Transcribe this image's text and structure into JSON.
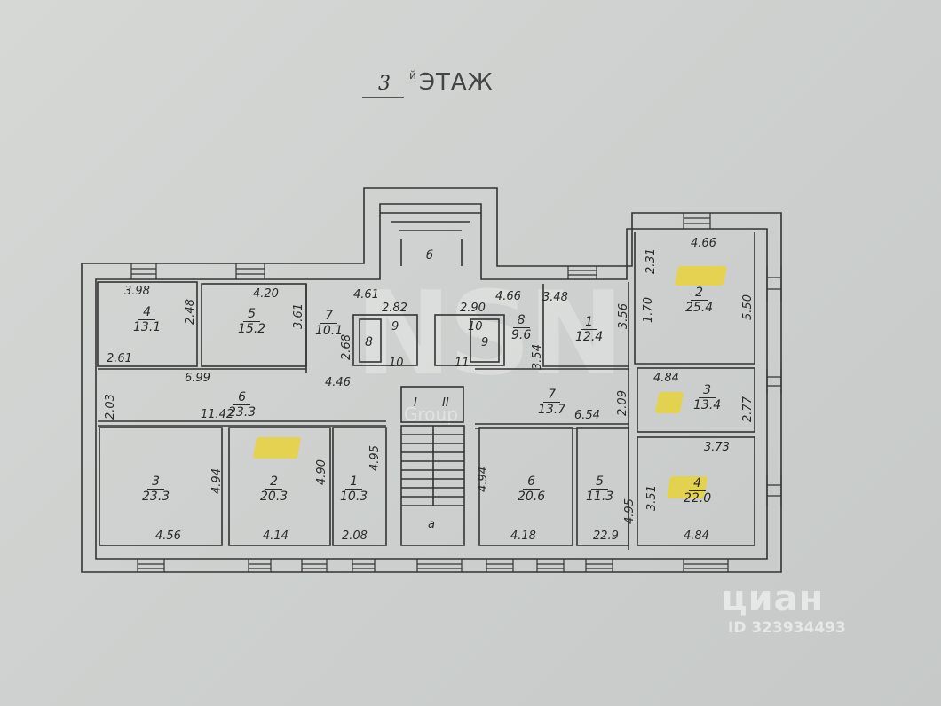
{
  "title": {
    "floor_number": "3",
    "suffix": "й",
    "label": "ЭТАЖ"
  },
  "left_wing": {
    "rooms": [
      {
        "number": "4",
        "area": "13.1"
      },
      {
        "number": "5",
        "area": "15.2"
      },
      {
        "number": "7",
        "area": "10.1"
      },
      {
        "number": "8",
        "area": ""
      },
      {
        "number": "9",
        "area": ""
      },
      {
        "number": "10",
        "area": ""
      },
      {
        "number": "6",
        "area": "23.3"
      },
      {
        "number": "3",
        "area": "23.3"
      },
      {
        "number": "2",
        "area": "20.3"
      },
      {
        "number": "1",
        "area": "10.3"
      }
    ],
    "dims": [
      "3.98",
      "2.48",
      "4.20",
      "3.61",
      "4.61",
      "2.82",
      "2.68",
      "2.61",
      "6.99",
      "4.46",
      "2.03",
      "11.42",
      "4.94",
      "4.90",
      "4.95",
      "4.56",
      "4.14",
      "2.08"
    ]
  },
  "right_wing": {
    "rooms": [
      {
        "number": "9",
        "area": ""
      },
      {
        "number": "10",
        "area": ""
      },
      {
        "number": "11",
        "area": ""
      },
      {
        "number": "8",
        "area": "9.6"
      },
      {
        "number": "1",
        "area": "12.4"
      },
      {
        "number": "7",
        "area": "13.7"
      },
      {
        "number": "6",
        "area": "20.6"
      },
      {
        "number": "5",
        "area": "11.3"
      },
      {
        "number": "2",
        "area": "25.4"
      },
      {
        "number": "3",
        "area": "13.4"
      },
      {
        "number": "4",
        "area": "22.0"
      }
    ],
    "dims": [
      "2.90",
      "4.66",
      "3.48",
      "3.54",
      "3.56",
      "6.54",
      "2.09",
      "4.94",
      "4.18",
      "4.95",
      "22.9",
      "4.66",
      "2.31",
      "1.70",
      "5.50",
      "4.84",
      "2.77",
      "3.73",
      "3.51",
      "4.84"
    ]
  },
  "stairs": {
    "top": "б",
    "bottom": "а",
    "landing_left": "I",
    "landing_right": "II"
  },
  "highlight_color": "#e8d23a",
  "watermarks": {
    "brand": "циан",
    "id": "ID 323934493",
    "agency": "NSN",
    "agency_sub": "Group"
  }
}
